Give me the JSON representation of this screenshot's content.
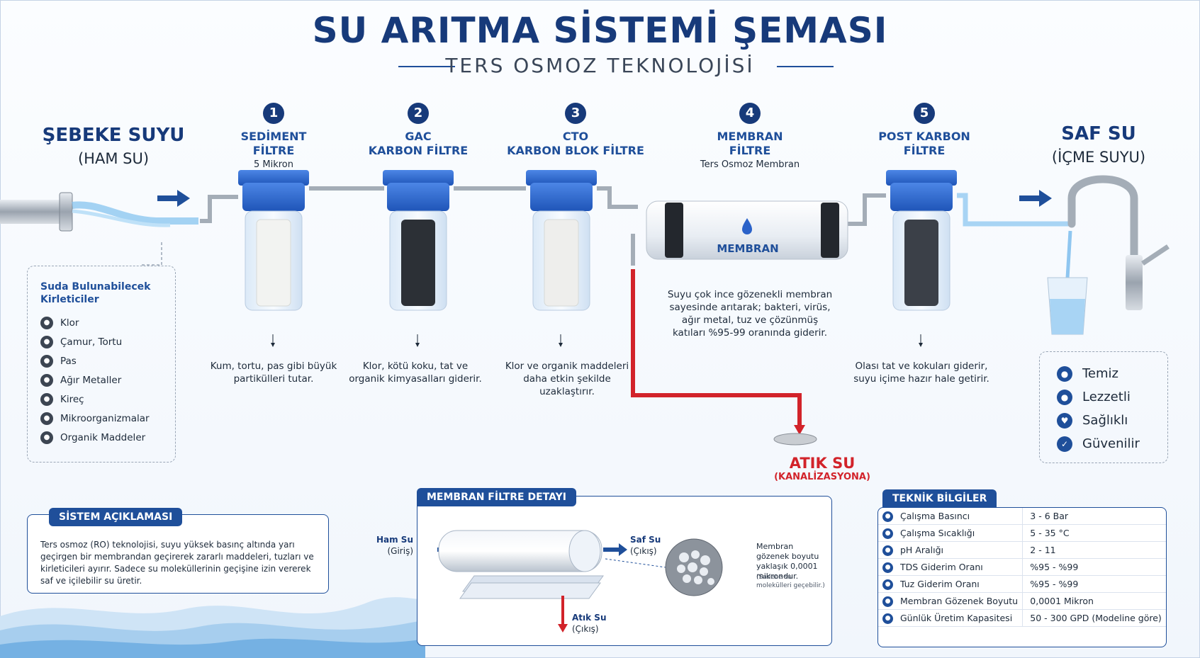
{
  "header": {
    "title": "SU ARITMA SİSTEMİ ŞEMASI",
    "subtitle": "TERS OSMOZ TEKNOLOJİSİ"
  },
  "source": {
    "title": "ŞEBEKE SUYU",
    "subtitle": "(HAM SU)"
  },
  "destination": {
    "title": "SAF SU",
    "subtitle": "(İÇME SUYU)"
  },
  "stages": [
    {
      "number": "1",
      "title_line1": "SEDİMENT",
      "title_line2": "FİLTRE",
      "subtitle": "5 Mikron",
      "description": "Kum, tortu, pas gibi büyük partikülleri tutar."
    },
    {
      "number": "2",
      "title_line1": "GAC",
      "title_line2": "KARBON FİLTRE",
      "subtitle": "",
      "description": "Klor, kötü koku, tat ve organik kimyasalları giderir."
    },
    {
      "number": "3",
      "title_line1": "CTO",
      "title_line2": "KARBON BLOK FİLTRE",
      "subtitle": "",
      "description": "Klor ve organik maddeleri daha etkin şekilde uzaklaştırır."
    },
    {
      "number": "4",
      "title_line1": "MEMBRAN",
      "title_line2": "FİLTRE",
      "subtitle": "Ters Osmoz Membran",
      "description": "Suyu çok ince gözenekli membran sayesinde arıtarak; bakteri, virüs, ağır metal, tuz ve çözünmüş katıları %95-99 oranında giderir."
    },
    {
      "number": "5",
      "title_line1": "POST KARBON",
      "title_line2": "FİLTRE",
      "subtitle": "",
      "description": "Olası tat ve kokuları giderir, suyu içime hazır hale getirir."
    }
  ],
  "membrane_label": "MEMBRAN",
  "contaminants": {
    "title": "Suda Bulunabilecek Kirleticiler",
    "items": [
      "Klor",
      "Çamur, Tortu",
      "Pas",
      "Ağır Metaller",
      "Kireç",
      "Mikroorganizmalar",
      "Organik Maddeler"
    ]
  },
  "waste": {
    "title": "ATIK SU",
    "subtitle": "(KANALİZASYONA)"
  },
  "benefits": [
    "Temiz",
    "Lezzetli",
    "Sağlıklı",
    "Güvenilir"
  ],
  "system_description": {
    "title": "SİSTEM AÇIKLAMASI",
    "text": "Ters osmoz (RO) teknolojisi, suyu yüksek basınç altında yarı geçirgen bir membrandan geçirerek zararlı maddeleri, tuzları ve kirleticileri ayırır. Sadece su moleküllerinin geçişine izin vererek saf ve içilebilir su üretir."
  },
  "membrane_detail": {
    "title": "MEMBRAN FİLTRE DETAYI",
    "inlet_label": "Ham Su",
    "inlet_sub": "(Giriş)",
    "outlet_label": "Saf Su",
    "outlet_sub": "(Çıkış)",
    "waste_label": "Atık Su",
    "waste_sub": "(Çıkış)",
    "pore_text": "Membran gözenek boyutu yaklaşık 0,0001 mikrondur.",
    "pore_note": "(Sadece su molekülleri geçebilir.)"
  },
  "technical": {
    "title": "TEKNİK BİLGİLER",
    "rows": [
      {
        "label": "Çalışma Basıncı",
        "value": "3 - 6 Bar"
      },
      {
        "label": "Çalışma Sıcaklığı",
        "value": "5 - 35 °C"
      },
      {
        "label": "pH Aralığı",
        "value": "2 - 11"
      },
      {
        "label": "TDS Giderim Oranı",
        "value": "%95 - %99"
      },
      {
        "label": "Tuz Giderim Oranı",
        "value": "%95 - %99"
      },
      {
        "label": "Membran Gözenek Boyutu",
        "value": "0,0001 Mikron"
      },
      {
        "label": "Günlük Üretim Kapasitesi",
        "value": "50 - 300 GPD (Modeline göre)"
      }
    ]
  },
  "colors": {
    "primary": "#173a7a",
    "accent": "#1f4f9a",
    "housing_blue": "#2a62c9",
    "waste_red": "#d2232a"
  }
}
